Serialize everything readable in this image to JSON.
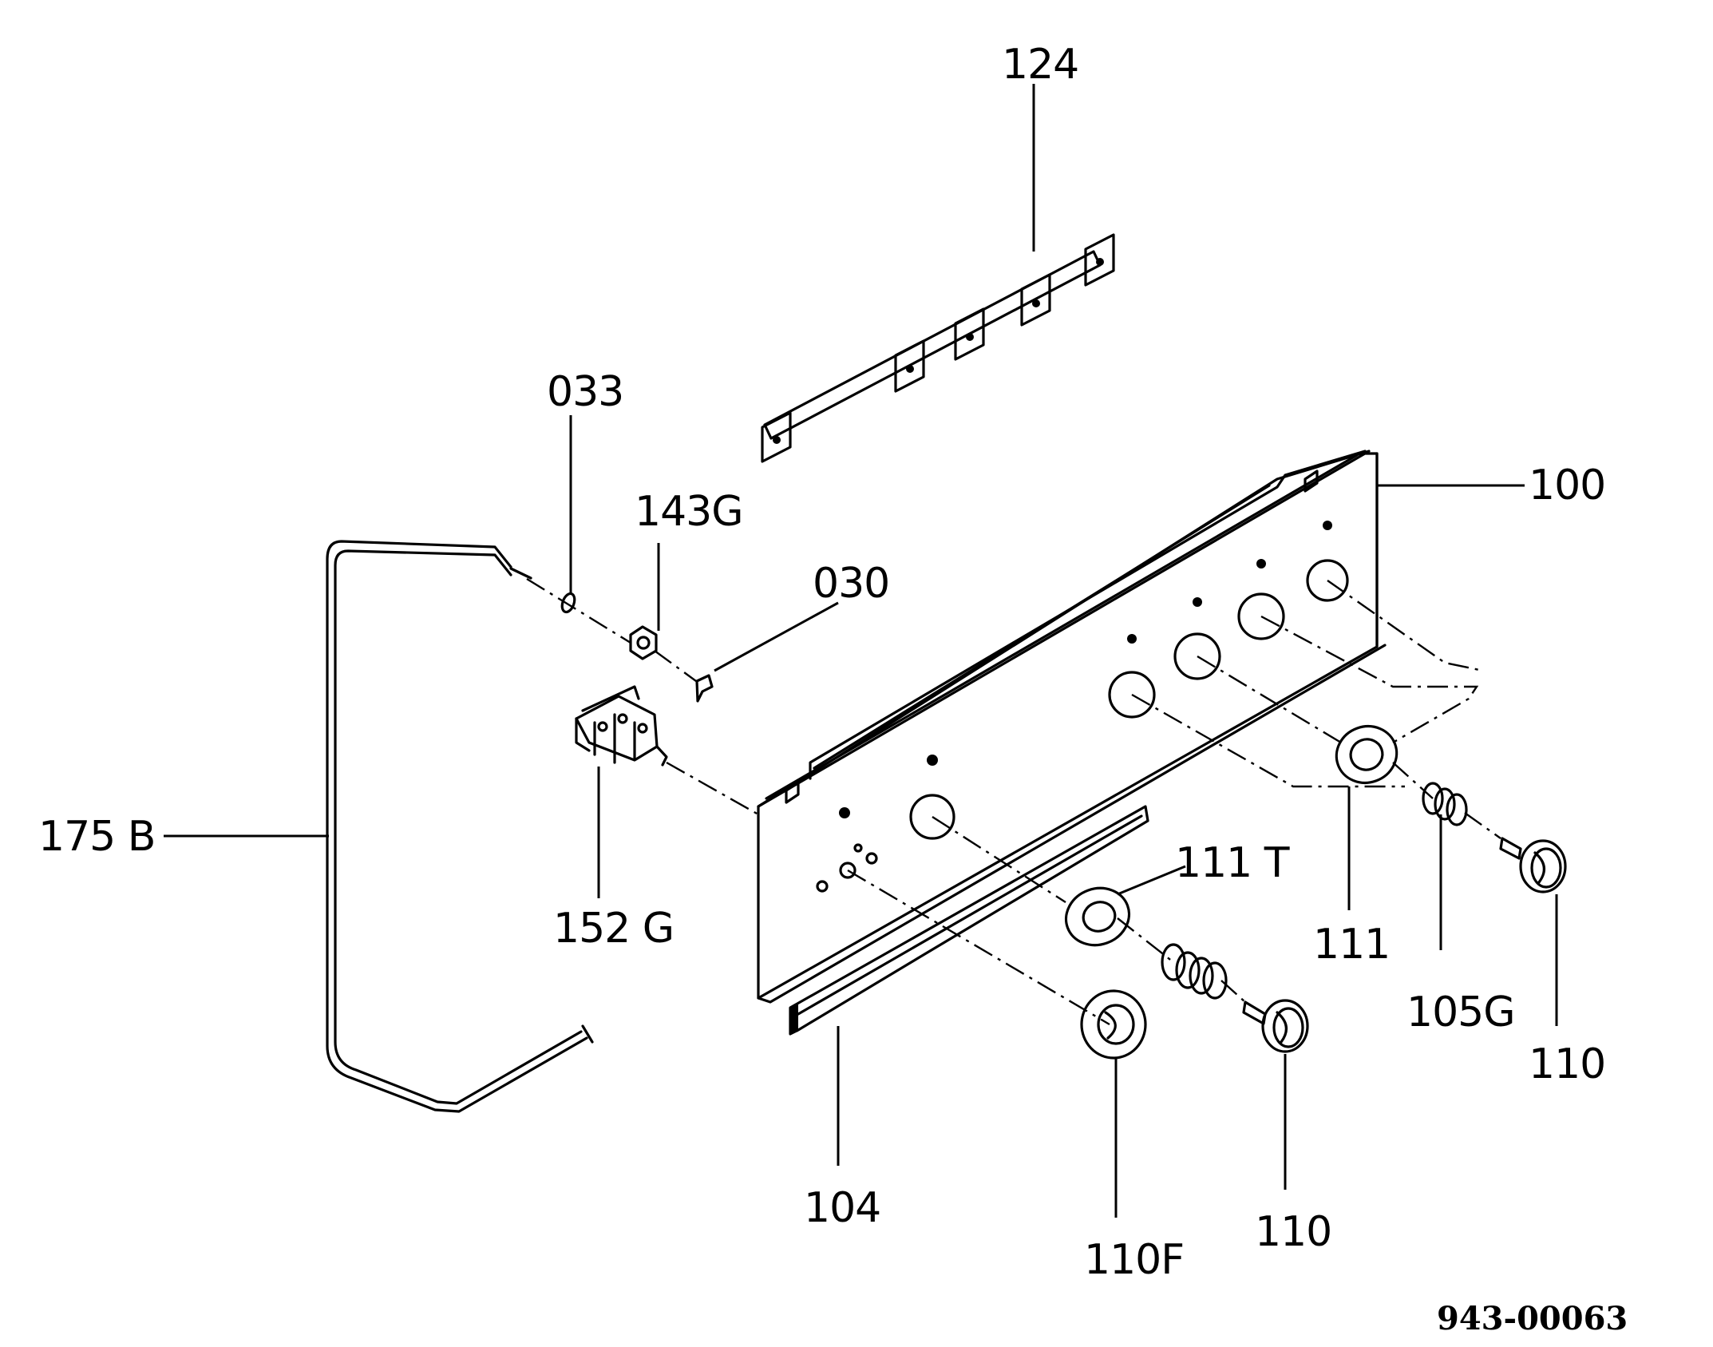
{
  "labels": {
    "p124": "124",
    "p033": "033",
    "p143g": "143G",
    "p030": "030",
    "p100": "100",
    "p175b": "175 B",
    "p152g": "152 G",
    "p111t": "111 T",
    "p111": "111",
    "p105g": "105G",
    "p110_right": "110",
    "p110_center": "110",
    "p104": "104",
    "p110f": "110F"
  },
  "reference_number": "943-00063",
  "colors": {
    "ink": "#000000",
    "paper": "#ffffff"
  }
}
